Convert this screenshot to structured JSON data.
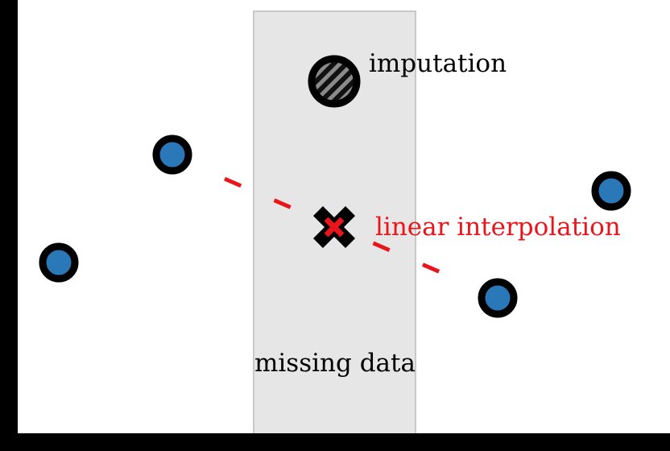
{
  "labels": {
    "imputation": "imputation",
    "linear_interpolation": "linear interpolation",
    "missing_data": "missing data"
  },
  "colors": {
    "point_fill": "#2a78b8",
    "point_stroke": "#000000",
    "interpolation": "#e8161b",
    "missing_region": "#e6e6e6",
    "missing_region_border": "#c8c8c8",
    "imputation_fill": "#111111",
    "imputation_hatch": "#8a8a8a",
    "axes": "#000000",
    "text": "#000000"
  },
  "icons": {
    "observed_point": "circle",
    "interpolated_point": "cross-x",
    "imputed_point": "hatched-circle"
  }
}
